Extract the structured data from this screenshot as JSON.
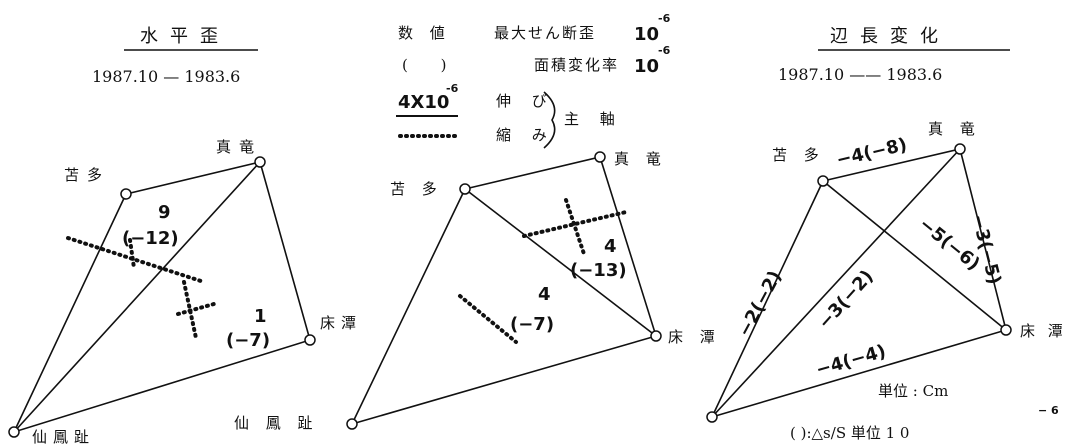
{
  "panel1": {
    "title": "水平歪",
    "date": "1987.10 — 1983.6",
    "stations": {
      "mashinryu": "真竜",
      "kuta": "苫多",
      "tokotan": "床潭",
      "senpoushi": "仙鳳趾"
    },
    "strain_a": {
      "value": "9",
      "paren": "(−12)"
    },
    "strain_b": {
      "value": "1",
      "paren": "(−7)"
    }
  },
  "legend": {
    "col1_label": "数 値",
    "col1_paren": "( )",
    "row1_text": "最大せん断歪",
    "row2_text": "面積変化率",
    "unit_base": "10",
    "unit_exp": "-6",
    "scale_label": "4X10",
    "scale_exp": "-6",
    "extension": "伸 び",
    "contraction": "縮 み",
    "principal_axis": "主 軸"
  },
  "panel2": {
    "stations": {
      "mashinryu": "真 竜",
      "kuta": "苫 多",
      "tokotan": "床 潭",
      "senpoushi": "仙 鳳 趾"
    },
    "strain_a": {
      "value": "4",
      "paren": "(−13)"
    },
    "strain_b": {
      "value": "4",
      "paren": "(−7)"
    }
  },
  "panel3": {
    "title": "辺長変化",
    "date": "1987.10 —— 1983.6",
    "stations": {
      "mashinryu": "真 竜",
      "kuta": "苫 多",
      "tokotan": "床 潭"
    },
    "edges": {
      "top": "−4(−8)",
      "right": "−3(−5)",
      "diag1": "−5(−6)",
      "diag2": "−3(−2)",
      "left": "−2(−2)",
      "bottom": "−4(−4)"
    },
    "unit_cm": "単位 : Cm",
    "unit_ratio": "( ):△s/S 単位 1 0",
    "unit_ratio_exp": "− 6"
  }
}
